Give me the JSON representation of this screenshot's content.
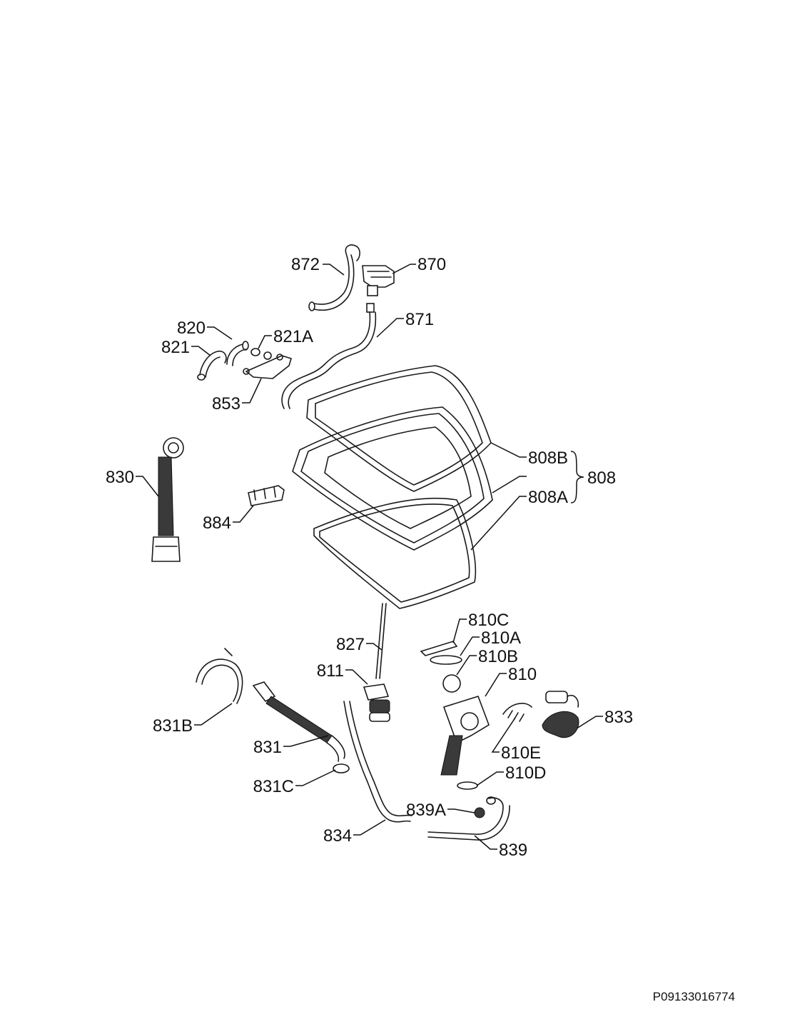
{
  "labels": {
    "l872": "872",
    "l870": "870",
    "l871": "871",
    "l820": "820",
    "l821": "821",
    "l821a": "821A",
    "l853": "853",
    "l830": "830",
    "l884": "884",
    "l808b": "808B",
    "l808": "808",
    "l808a": "808A",
    "l827": "827",
    "l811": "811",
    "l810c": "810C",
    "l810a": "810A",
    "l810b": "810B",
    "l810": "810",
    "l833": "833",
    "l810e": "810E",
    "l810d": "810D",
    "l831b": "831B",
    "l831": "831",
    "l831c": "831C",
    "l834": "834",
    "l839a": "839A",
    "l839": "839"
  },
  "document_id": "P09133016774"
}
